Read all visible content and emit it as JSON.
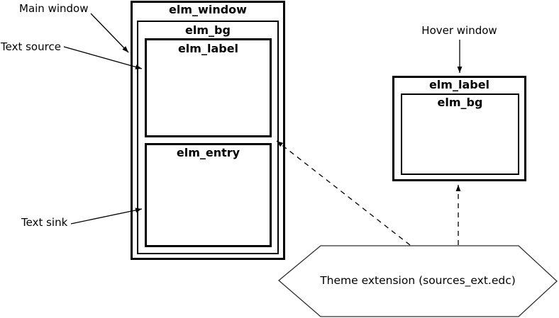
{
  "main_window": {
    "title": "elm_window",
    "bg_title": "elm_bg",
    "label_title": "elm_label",
    "entry_title": "elm_entry"
  },
  "hover_window": {
    "annotation": "Hover window",
    "outer_title": "elm_label",
    "inner_title": "elm_bg"
  },
  "annotations": {
    "main_window": "Main window",
    "text_source": "Text source",
    "text_sink": "Text sink"
  },
  "theme_extension": {
    "label": "Theme extension (sources_ext.edc)"
  },
  "colors": {
    "line": "#000000",
    "hexagon_stroke": "#2e2e2e",
    "background": "#ffffff"
  }
}
